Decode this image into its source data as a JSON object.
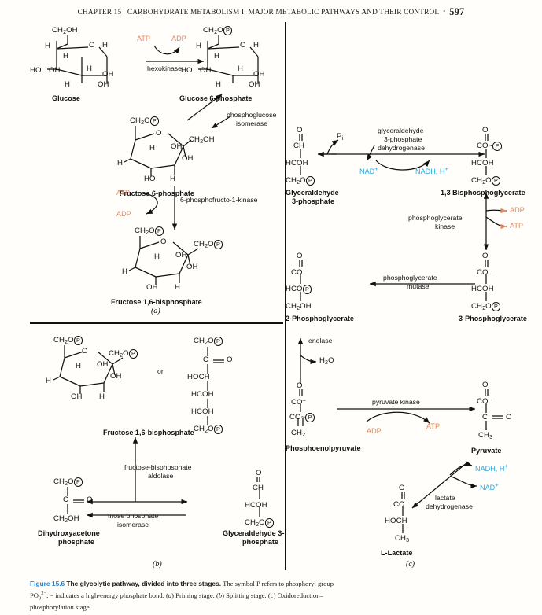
{
  "running_head": {
    "chapter": "CHAPTER 15",
    "title": "CARBOHYDRATE METABOLISM I: MAJOR METABOLIC PATHWAYS AND THEIR CONTROL",
    "bullet": "•",
    "page_number": "597"
  },
  "caption": {
    "figure_number": "Figure 15.6",
    "bold_title": "The glycolytic pathway, divided into three stages.",
    "rest_1": "The symbol P refers to phosphoryl group PO",
    "sub_1": "3",
    "sup_1": "2−",
    "rest_2": "; ~ indicates a high-energy phosphate bond. (",
    "a": "a",
    "rest_3": ") Priming stage. (",
    "b": "b",
    "rest_4": ") Splitting stage.",
    "rest_5": "(",
    "c": "c",
    "rest_6": ") Oxidoreduction–phosphorylation stage."
  },
  "panels": {
    "a_label": "(a)",
    "b_label": "(b)",
    "c_label": "(c)"
  },
  "colors": {
    "atp_adp": "#e8855c",
    "nad": "#29a9e0",
    "figure_number": "#2f7fc4",
    "ink": "#111111",
    "page_bg": "#fffefb"
  },
  "panel_a": {
    "metabolites": [
      {
        "id": "glucose",
        "name": "Glucose"
      },
      {
        "id": "glucose-6-phosphate",
        "name": "Glucose 6-phosphate"
      },
      {
        "id": "fructose-6-phosphate",
        "name": "Fructose 6-phosphate"
      },
      {
        "id": "fructose-1-6-bisphosphate",
        "name": "Fructose 1,6-bisphosphate"
      }
    ],
    "enzymes": [
      {
        "id": "hexokinase",
        "label": "hexokinase"
      },
      {
        "id": "phosphoglucose-isomerase",
        "line1": "phosphoglucose",
        "line2": "isomerase"
      },
      {
        "id": "phosphofructokinase",
        "label": "6-phosphofructo-1-kinase"
      }
    ],
    "cofactors": {
      "atp_1": "ATP",
      "adp_1": "ADP",
      "atp_2": "ATP",
      "adp_2": "ADP"
    },
    "glucose_ring": {
      "c6": "CH",
      "c6sub": "2",
      "c6oh": "OH",
      "ring_o": "O",
      "h_top_left": "H",
      "h_top_right": "H",
      "h_inner": "H",
      "ho_left": "HO",
      "oh_left_inner": "OH",
      "h_inner_right": "H",
      "oh_right": "OH",
      "h_bottom": "H",
      "oh_bottom": "OH"
    },
    "g6p_ring": {
      "c6": "CH",
      "c6sub": "2",
      "c6o": "O",
      "phosphate": "P",
      "ring_o": "O",
      "h_top_left": "H",
      "h_top_right": "H",
      "h_inner": "H",
      "ho_left": "HO",
      "oh_left_inner": "OH",
      "h_inner_right": "H",
      "oh_right": "OH",
      "h_bottom": "H",
      "oh_bottom": "OH"
    },
    "f6p_ring": {
      "c1": "CH",
      "c1sub": "2",
      "c1o": "O",
      "phosphate": "P",
      "ring_o": "O",
      "c6": "CH",
      "c6sub": "2",
      "c6oh": "OH",
      "h_inner_left": "H",
      "oh_inner": "OH",
      "oh_right": "OH",
      "h_left": "H",
      "ho_bottom": "HO",
      "h_bottom": "H"
    },
    "fbp_ring": {
      "c1": "CH",
      "c1sub": "2",
      "c1o": "O",
      "phosphate_1": "P",
      "ring_o": "O",
      "c6": "CH",
      "c6sub": "2",
      "c6o": "O",
      "phosphate_6": "P",
      "h_inner_left": "H",
      "oh_inner": "OH",
      "oh_right": "OH",
      "h_left": "H",
      "oh_bottom": "OH",
      "h_bottom": "H"
    }
  },
  "panel_b": {
    "metabolites": [
      {
        "id": "fructose-1-6-bisphosphate",
        "name": "Fructose 1,6-bisphosphate"
      },
      {
        "id": "dihydroxyacetone-phosphate",
        "line1": "Dihydroxyacetone",
        "line2": "phosphate"
      },
      {
        "id": "glyceraldehyde-3-phosphate",
        "line1": "Glyceraldehyde 3-",
        "line2": "phosphate"
      }
    ],
    "enzymes": [
      {
        "id": "aldolase",
        "line1": "fructose-bisphosphate",
        "line2": "aldolase"
      },
      {
        "id": "triose-phosphate-isomerase",
        "line1": "triose phosphate",
        "line2": "isomerase"
      }
    ],
    "or_label": "or",
    "fbp_ring": {
      "c1": "CH",
      "c1sub": "2",
      "c1o": "O",
      "phosphate_1": "P",
      "ring_o": "O",
      "c6": "CH",
      "c6sub": "2",
      "c6o": "O",
      "phosphate_6": "P",
      "h_inner_left": "H",
      "oh_inner": "OH",
      "oh_right": "OH",
      "h_left": "H",
      "oh_bottom": "OH",
      "h_bottom": "H"
    },
    "fbp_open_chain": [
      "CH2OP",
      "C=O",
      "HOCH",
      "HCOH",
      "HCOH",
      "CH2OP"
    ],
    "dhap_chain": [
      "CH2OP",
      "C=O",
      "CH2OH"
    ],
    "g3p_chain": [
      "O",
      "CH",
      "HCOH",
      "CH2OP"
    ]
  },
  "panel_c": {
    "metabolites": [
      {
        "id": "glyceraldehyde-3-phosphate",
        "line1": "Glyceraldehyde",
        "line2": "3-phosphate"
      },
      {
        "id": "1-3-bisphosphoglycerate",
        "name": "1,3 Bisphosphoglycerate"
      },
      {
        "id": "3-phosphoglycerate",
        "name": "3-Phosphoglycerate"
      },
      {
        "id": "2-phosphoglycerate",
        "name": "2-Phosphoglycerate"
      },
      {
        "id": "phosphoenolpyruvate",
        "name": "Phosphoenolpyruvate"
      },
      {
        "id": "pyruvate",
        "name": "Pyruvate"
      },
      {
        "id": "l-lactate",
        "name": "L-Lactate"
      }
    ],
    "enzymes": [
      {
        "id": "gapdh",
        "line1": "glyceraldehyde",
        "line2": "3-phosphate",
        "line3": "dehydrogenase"
      },
      {
        "id": "phosphoglycerate-kinase",
        "line1": "phosphoglycerate",
        "line2": "kinase"
      },
      {
        "id": "phosphoglycerate-mutase",
        "line1": "phosphoglycerate",
        "line2": "mutase"
      },
      {
        "id": "enolase",
        "label": "enolase"
      },
      {
        "id": "pyruvate-kinase",
        "label": "pyruvate kinase"
      },
      {
        "id": "lactate-dehydrogenase",
        "line1": "lactate",
        "line2": "dehydrogenase"
      }
    ],
    "cofactors": {
      "pi": "P",
      "pi_sub": "i",
      "nad_plus_1": "NAD",
      "nad_plus_1_sup": "+",
      "nadh_1": "NADH, H",
      "nadh_1_sup": "+",
      "adp_1": "ADP",
      "atp_1": "ATP",
      "water": "H",
      "water_sub": "2",
      "water_o": "O",
      "adp_2": "ADP",
      "atp_2": "ATP",
      "nadh_2": "NADH, H",
      "nadh_2_sup": "+",
      "nad_plus_2": "NAD",
      "nad_plus_2_sup": "+"
    },
    "g3p_chain": [
      "O",
      "CH",
      "HCOH",
      "CH2OP"
    ],
    "bpg_chain": [
      "O",
      "CO~P",
      "HCOH",
      "CH2OP"
    ],
    "pg3_chain": [
      "O",
      "CO-",
      "HCOH",
      "CH2OP"
    ],
    "pg2_chain": [
      "O",
      "CO-",
      "HCOP",
      "CH2OH"
    ],
    "pep_chain": [
      "O",
      "CO-",
      "CO~P",
      "CH2"
    ],
    "pyruvate_chain": [
      "O",
      "CO-",
      "C=O",
      "CH3"
    ],
    "lactate_chain": [
      "O",
      "CO-",
      "HOCH",
      "CH3"
    ]
  }
}
